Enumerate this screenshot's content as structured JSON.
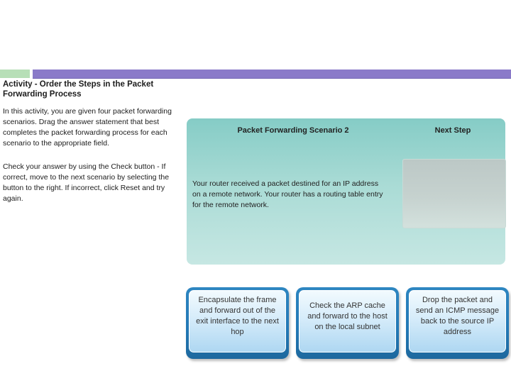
{
  "slide": {
    "title": "Activity - Order the Steps in the Packet Forwarding Process",
    "instructions": {
      "para1": "In this activity, you are given four packet forwarding scenarios. Drag the answer statement that best completes the packet forwarding process for each scenario to the appropriate field.",
      "para2": "Check your answer by using the Check button - If correct, move to the next scenario by selecting the button to the right. If incorrect, click Reset and try again."
    }
  },
  "activity_panel": {
    "scenario_header": "Packet Forwarding Scenario 2",
    "next_step_header": "Next Step",
    "scenario_text": "Your router received a packet destined for an IP address on a remote network. Your router has a routing table entry for the remote network."
  },
  "answer_options": [
    {
      "label": "Encapsulate the frame and forward out of the exit interface to the next hop"
    },
    {
      "label": "Check the ARP cache and forward to the host on the local subnet"
    },
    {
      "label": "Drop the packet and send an ICMP message back to the source IP address"
    }
  ],
  "colors": {
    "accent_green": "#b7dfb7",
    "accent_purple": "#8a7ac9",
    "panel_teal_top": "#85ccc6",
    "panel_teal_bottom": "#c6e7e3",
    "dropzone_top": "#bcc8c6",
    "dropzone_bottom": "#d3e1dd",
    "button_border": "#2278b5",
    "button_fill_top": "#f2fafe",
    "button_fill_bottom": "#aed7f2"
  }
}
